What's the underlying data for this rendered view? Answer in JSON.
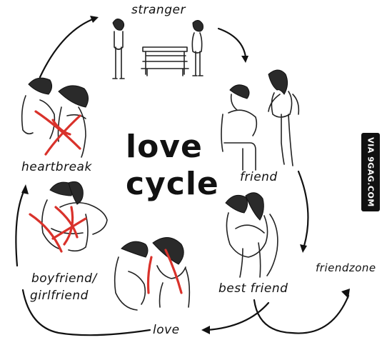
{
  "title_line1": "love",
  "title_line2": "cycle",
  "stages": {
    "stranger": "stranger",
    "friend": "friend",
    "best_friend": "best friend",
    "friendzone": "friendzone",
    "love": "love",
    "boyfriend": "boyfriend/",
    "girlfriend": "girlfriend",
    "heartbreak": "heartbreak"
  },
  "watermark": "VIA 9GAG.COM",
  "colors": {
    "ink": "#111111",
    "cross_red": "#d9322b",
    "background": "#ffffff"
  }
}
